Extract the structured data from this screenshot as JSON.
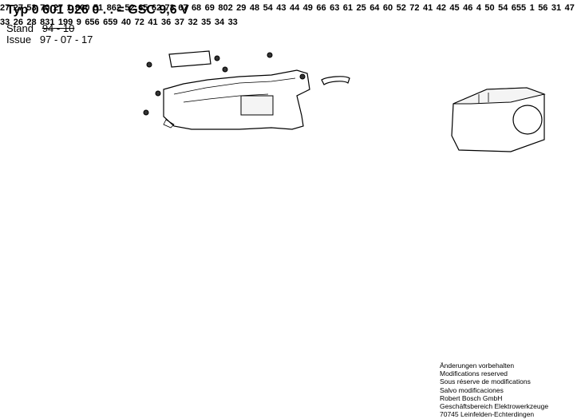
{
  "header": {
    "typ_prefix": "Typ",
    "typ_number": "0 601 926 0 . .",
    "typ_model": "= GSC 9,6 V",
    "stand_label": "Stand",
    "stand_value": "94 - 10",
    "issue_label": "Issue",
    "issue_value": "97 - 07 - 17"
  },
  "part_labels": [
    "27",
    "27",
    "53",
    "70",
    "27",
    "1",
    "800",
    "51",
    "862",
    "52",
    "65",
    "62",
    "73",
    "67",
    "68",
    "69",
    "802",
    "29",
    "48",
    "54",
    "43",
    "44",
    "49",
    "66",
    "63",
    "61",
    "25",
    "64",
    "60",
    "52",
    "72",
    "41",
    "42",
    "45",
    "46",
    "4",
    "50",
    "54",
    "655",
    "1",
    "56",
    "31",
    "47",
    "33",
    "26",
    "28",
    "831",
    "199",
    "9",
    "656",
    "659",
    "40",
    "72",
    "41",
    "36",
    "37",
    "32",
    "35",
    "34",
    "33"
  ],
  "notes": [
    "Änderungen vorbehalten",
    "Modifications reserved",
    "Sous réserve de modifications",
    "Salvo modificaciones",
    "Robert Bosch GmbH",
    "Geschäftsbereich Elektrowerkzeuge",
    "70745 Leinfelden-Echterdingen"
  ],
  "colors": {
    "label_box": "#6fc3e6",
    "highlight_box": "#e8583f"
  }
}
